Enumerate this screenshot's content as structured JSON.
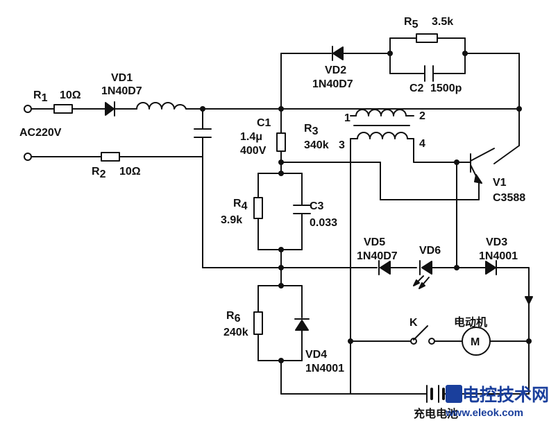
{
  "labels": {
    "r1": "R",
    "r1_sub": "1",
    "r1_val": "10Ω",
    "r2": "R",
    "r2_sub": "2",
    "r2_val": "10Ω",
    "vd1": "VD1",
    "vd1_part": "1N40D7",
    "ac": "AC220V",
    "vd2": "VD2",
    "vd2_part": "1N40D7",
    "r5": "R",
    "r5_sub": "5",
    "r5_val": "3.5k",
    "c2": "C2",
    "c2_val": "1500p",
    "c1": "C1",
    "c1_val1": "1.4μ",
    "c1_val2": "400V",
    "r3": "R",
    "r3_sub": "3",
    "r3_val": "340k",
    "t1": "1",
    "t2": "2",
    "t3": "3",
    "t4": "4",
    "v1": "V1",
    "v1_part": "C3588",
    "r4": "R",
    "r4_sub": "4",
    "r4_val": "3.9k",
    "c3": "C3",
    "c3_val": "0.033",
    "vd5": "VD5",
    "vd5_part": "1N40D7",
    "vd6": "VD6",
    "vd3": "VD3",
    "vd3_part": "1N4001",
    "k": "K",
    "motor": "电动机",
    "motor_symbol": "M",
    "r6": "R",
    "r6_sub": "6",
    "r6_val": "240k",
    "vd4": "VD4",
    "vd4_part": "1N4001",
    "battery": "充电电池"
  },
  "watermark": {
    "title": "电控技术网",
    "url": "www.eleok.com"
  }
}
